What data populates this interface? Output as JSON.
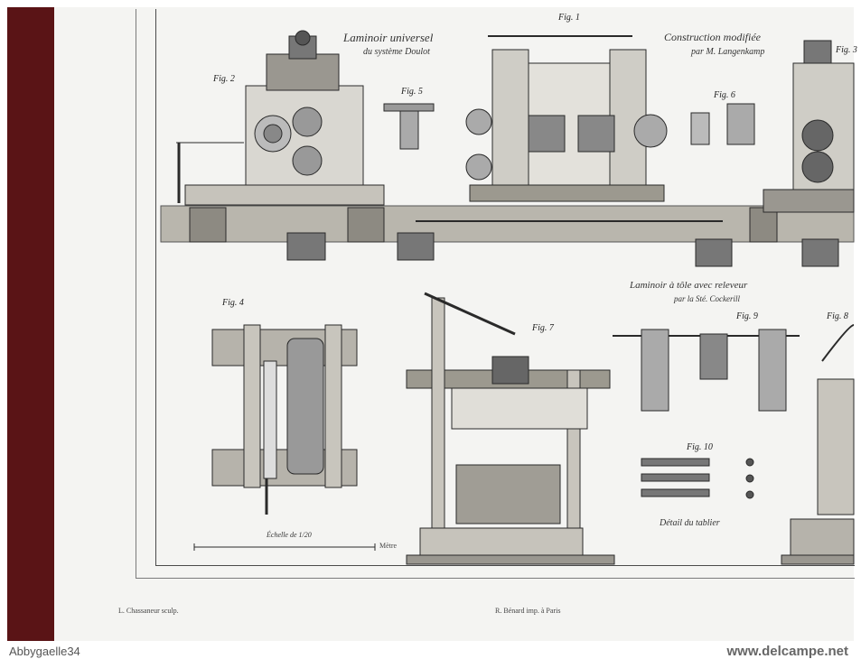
{
  "plate": {
    "top_caption_left_line1": "Laminoir universel",
    "top_caption_left_line2": "du système Doulot",
    "top_caption_right_line1": "Construction modifiée",
    "top_caption_right_line2": "par M. Langenkamp",
    "middle_caption_line1": "Laminoir à tôle avec releveur",
    "middle_caption_line2": "par la Sté. Cockerill",
    "detail_caption": "Détail du tablier",
    "scale_caption": "Échelle de 1/20",
    "scale_unit": "Mètre",
    "engraver_credit": "L. Chassaneur sculp.",
    "printer_credit": "R. Bénard imp. à Paris"
  },
  "figures": {
    "fig1": "Fig. 1",
    "fig2": "Fig. 2",
    "fig3": "Fig. 3",
    "fig4": "Fig. 4",
    "fig5": "Fig. 5",
    "fig6": "Fig. 6",
    "fig7": "Fig. 7",
    "fig8": "Fig. 8",
    "fig9": "Fig. 9",
    "fig10": "Fig. 10"
  },
  "watermark": {
    "left": "Abbygaelle34",
    "right": "www.delcampe.net"
  },
  "colors": {
    "backing": "#5a1416",
    "paper": "#f4f4f2",
    "ink": "#2a2a2a",
    "background": "#ffffff"
  }
}
